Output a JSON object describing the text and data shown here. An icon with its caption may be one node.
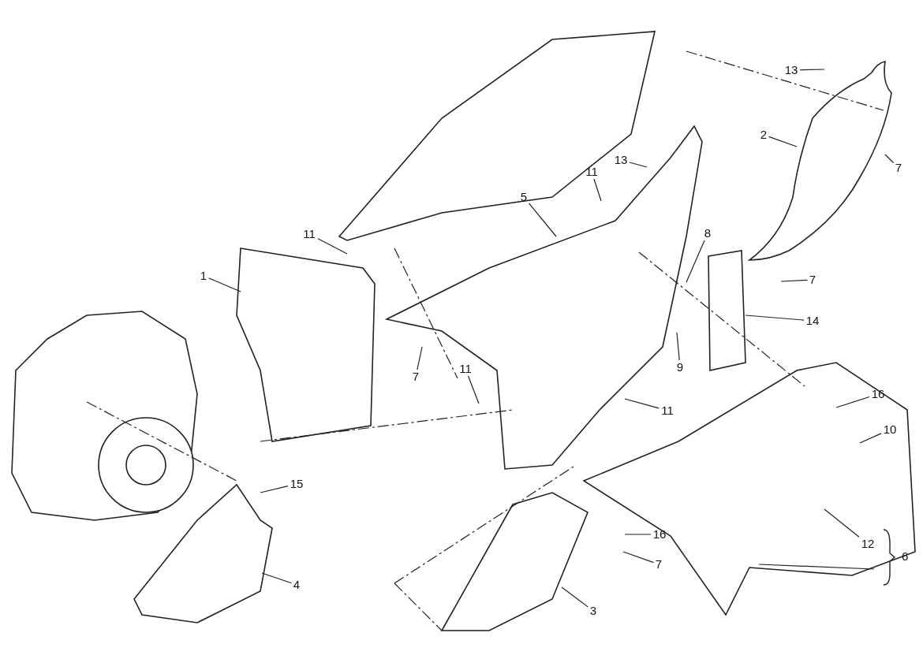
{
  "diagram": {
    "nodes": [
      {
        "text": [
          "13"
        ]
      },
      {
        "text": [
          "2"
        ]
      },
      {
        "text": [
          "7"
        ]
      },
      {
        "text": [
          "13"
        ]
      },
      {
        "text": [
          "11"
        ]
      },
      {
        "text": [
          "5"
        ]
      },
      {
        "text": [
          "8"
        ]
      },
      {
        "text": [
          "11"
        ]
      },
      {
        "text": [
          "1"
        ]
      },
      {
        "text": [
          "7"
        ]
      },
      {
        "text": [
          "14"
        ]
      },
      {
        "text": [
          "9"
        ]
      },
      {
        "text": [
          "7"
        ]
      },
      {
        "text": [
          "11"
        ]
      },
      {
        "text": [
          "11"
        ]
      },
      {
        "text": [
          "16"
        ]
      },
      {
        "text": [
          "10"
        ]
      },
      {
        "text": [
          "15"
        ]
      },
      {
        "text": [
          "16"
        ]
      },
      {
        "text": [
          "12"
        ]
      },
      {
        "text": [
          "7"
        ]
      },
      {
        "text": [
          "4"
        ]
      },
      {
        "text": [
          "3"
        ]
      }
    ],
    "edges": [
      {
        "from": 0,
        "to": null,
        "arrow": "none"
      },
      {
        "from": 1,
        "to": null,
        "arrow": "none"
      },
      {
        "from": 2,
        "to": null,
        "arrow": "none"
      },
      {
        "from": 3,
        "to": null,
        "arrow": "none"
      },
      {
        "from": 4,
        "to": null,
        "arrow": "none"
      },
      {
        "from": 5,
        "to": null,
        "arrow": "none"
      },
      {
        "from": 6,
        "to": null,
        "arrow": "none"
      },
      {
        "from": 7,
        "to": null,
        "arrow": "none"
      },
      {
        "from": 8,
        "to": null,
        "arrow": "none"
      },
      {
        "from": 9,
        "to": null,
        "arrow": "none"
      },
      {
        "from": 10,
        "to": null,
        "arrow": "none"
      },
      {
        "from": 11,
        "to": null,
        "arrow": "none"
      },
      {
        "from": 12,
        "to": null,
        "arrow": "none"
      },
      {
        "from": 13,
        "to": null,
        "arrow": "none"
      },
      {
        "from": 14,
        "to": null,
        "arrow": "none"
      },
      {
        "from": 15,
        "to": null,
        "arrow": "none"
      },
      {
        "from": 16,
        "to": null,
        "arrow": "none"
      },
      {
        "from": 17,
        "to": null,
        "arrow": "none"
      },
      {
        "from": 18,
        "to": null,
        "arrow": "none"
      },
      {
        "from": 19,
        "to": null,
        "arrow": "none"
      },
      {
        "from": 20,
        "to": null,
        "arrow": "none"
      },
      {
        "from": 21,
        "to": null,
        "arrow": "none"
      },
      {
        "from": 22,
        "to": null,
        "arrow": "none"
      }
    ],
    "labels": [
      "6"
    ]
  }
}
